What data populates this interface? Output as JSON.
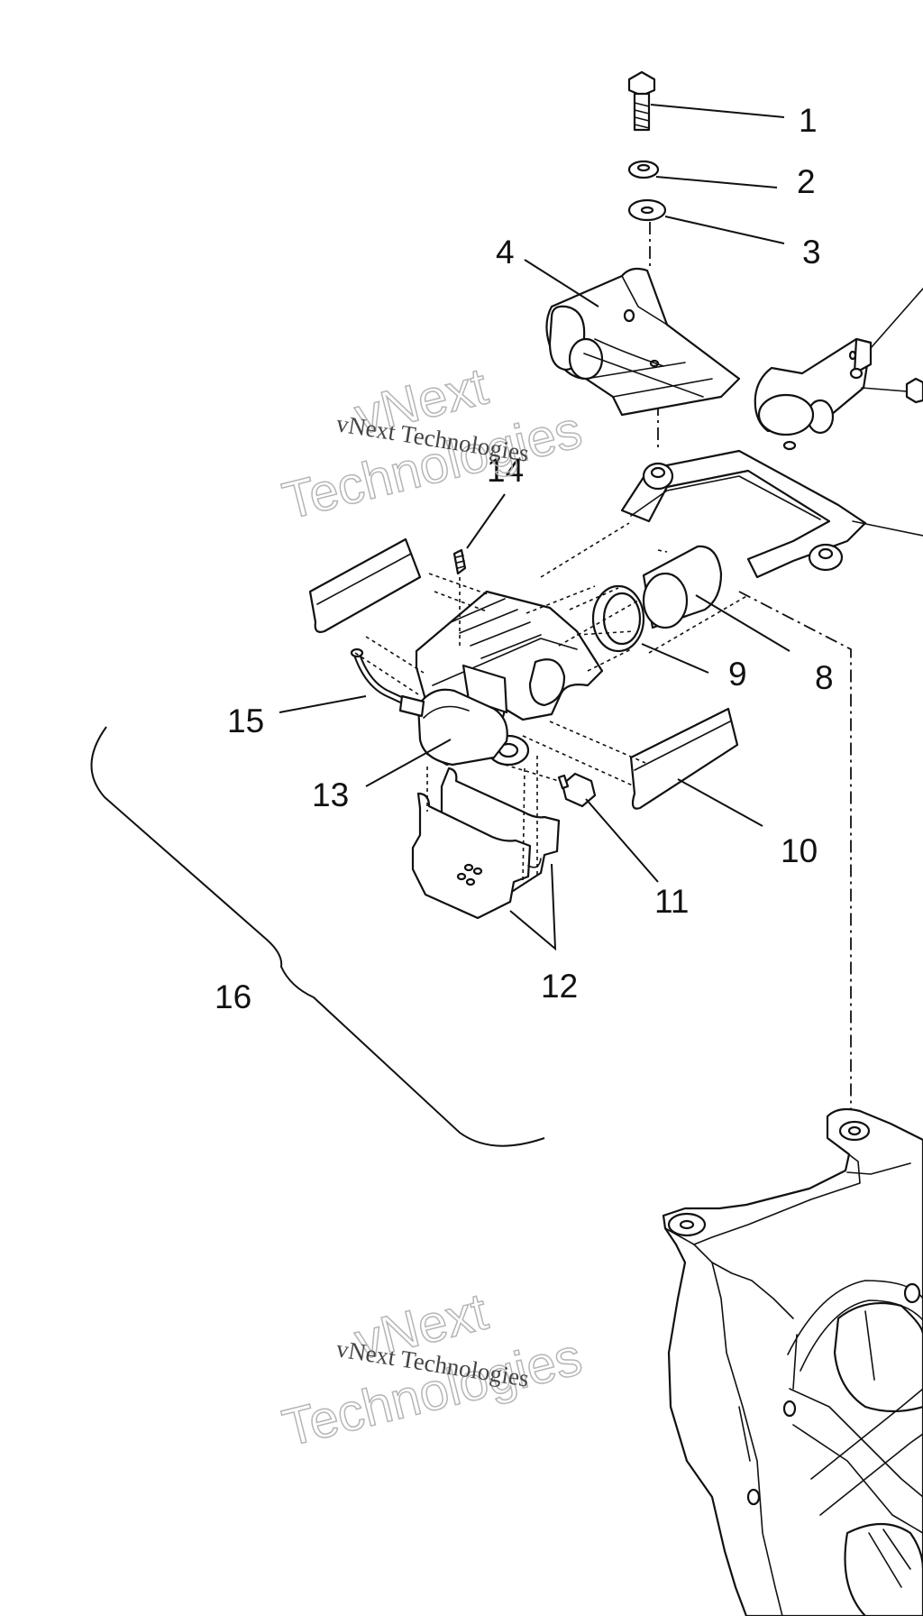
{
  "callouts": [
    "1",
    "2",
    "3",
    "4",
    "8",
    "9",
    "10",
    "11",
    "12",
    "13",
    "14",
    "15",
    "16"
  ],
  "watermarks": [
    {
      "small": "vNext Technologies",
      "big_line1": "vNext",
      "big_line2": "Technologies"
    },
    {
      "small": "vNext Technologies",
      "big_line1": "vNext",
      "big_line2": "Technologies"
    }
  ]
}
